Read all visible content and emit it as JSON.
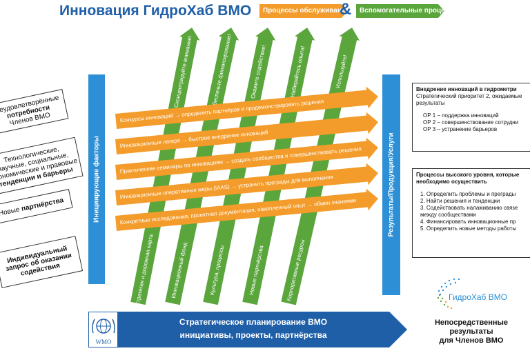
{
  "header": {
    "title": "Инновация ГидроХаб ВМО",
    "tag_service": "Процессы обслуживания",
    "amp": "&",
    "tag_support": "Вспомогательные процессы"
  },
  "colors": {
    "orange": "#f39c2b",
    "green": "#5aa63c",
    "blue": "#2d8fd5",
    "dark_blue": "#1f5fa8"
  },
  "left_boxes": [
    {
      "line1": "Неудовлетворённые",
      "bold": "потребности",
      "line3": "Членов ВМО"
    },
    {
      "line1": "Технологические,",
      "line2": "научные, социальные,",
      "line3": "экономические и правовые",
      "bold": "тенденции и барьеры"
    },
    {
      "line1": "Новые",
      "bold": "партнёрства"
    },
    {
      "bold1": "Индивидуальный",
      "bold2": "запрос об оказании",
      "bold3": "содействия"
    }
  ],
  "left_bar_label": "Инициирующие факторы",
  "right_bar_label": "Результаты/Продукция/Услуги",
  "green_arrows": {
    "tops": [
      "Сконцентрируйте внимание!",
      "Обеспечьте финансирование!",
      "Окажите содействие!",
      "Набирайтесь опыта!",
      "Используйте!"
    ],
    "bottoms": [
      "Стратегия и дорожная карта",
      "Инновационный фонд",
      "Культура, процессы",
      "Новые партнёрства",
      "Корпоративные ресурсы"
    ]
  },
  "orange_arrows": [
    {
      "label": "Конкурсы инноваций",
      "arrow": "→",
      "desc": "определить партнёров и продемонстрировать решения"
    },
    {
      "label": "Инновационные лагеря",
      "arrow": "→",
      "desc": "быстрое внедрение инноваций"
    },
    {
      "label": "Практические семинары по инновациям",
      "arrow": "→",
      "desc": "создать сообщества и совершенствовать решения"
    },
    {
      "label": "Инновационные оперативные меры (IAAS)",
      "arrow": "→",
      "desc": "устранить преграды для выполнения"
    },
    {
      "label": "Конкретные исследования, проектная документация, накопленный опыт",
      "arrow": "→",
      "desc": "обмен знаниями"
    }
  ],
  "right_box_1": {
    "title": "Внедрение инноваций в гидрометри",
    "line2": "Стратегический приоритет 2, ожидаемые",
    "line3": "результаты",
    "items": [
      "ОР 1 – поддержка инноваций",
      "ОР 2 – совершенствование сотрудни",
      "ОР 3 – устранение барьеров"
    ]
  },
  "right_box_2": {
    "title1": "Процессы высокого уровня, которые",
    "title2": "необходимо осуществить",
    "items": [
      "1. Определить проблемы и преграды",
      "2. Найти решения и тенденции",
      "3. Содействовать налаживанию связе",
      "между сообществами",
      "4. Финансировать инновационные пр",
      "5. Определить новые методы работы"
    ]
  },
  "logo": {
    "text": "ГидроХаб ВМО"
  },
  "immediate_results": {
    "line1": "Непосредственные",
    "line2": "результаты",
    "line3": "для Членов ВМО"
  },
  "wmo": {
    "label": "WMO",
    "icon": "wmo-emblem-icon"
  },
  "bottom_arrow": {
    "line1": "Стратегическое планирование ВМО",
    "line2": "инициативы, проекты, партнёрства"
  }
}
